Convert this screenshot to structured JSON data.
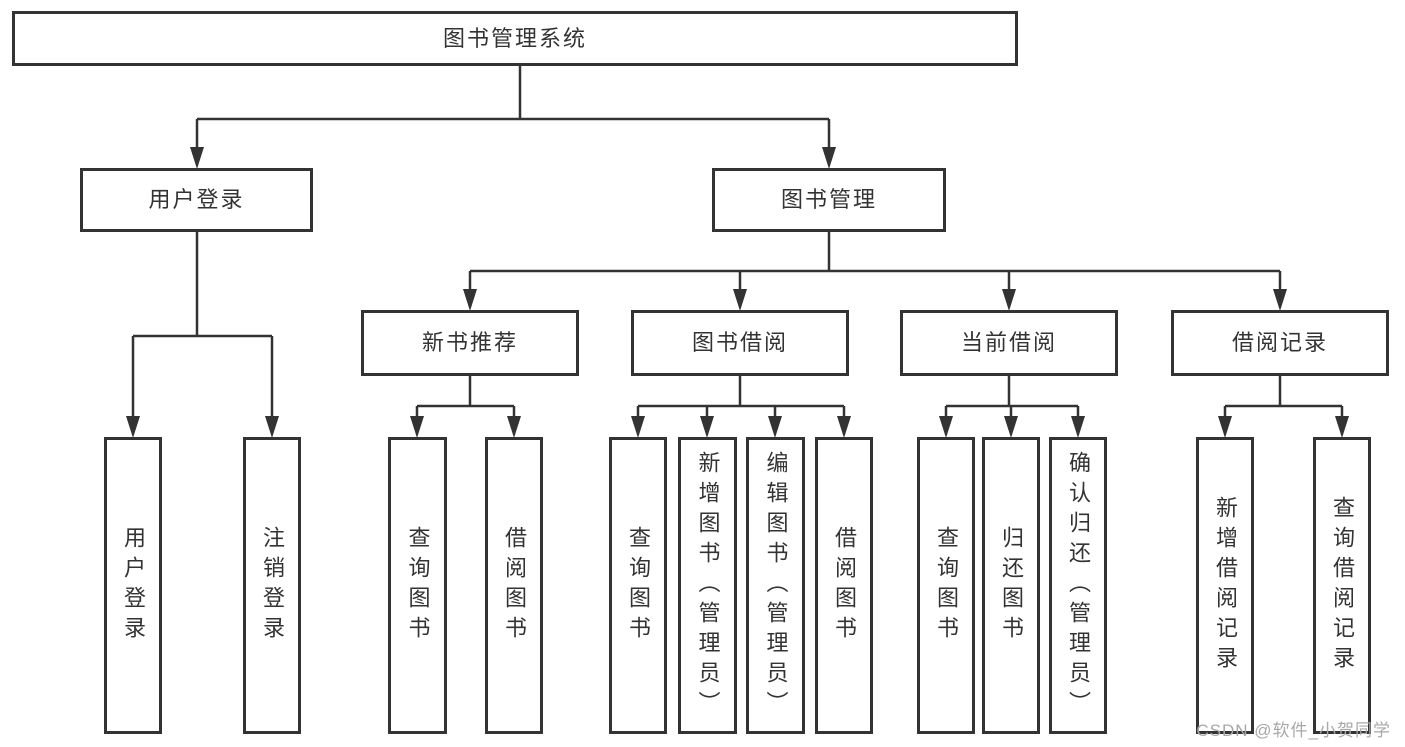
{
  "tree": {
    "root": "图书管理系统",
    "branches": [
      {
        "label": "用户登录",
        "children": [
          "用户登录",
          "注销登录"
        ]
      },
      {
        "label": "图书管理",
        "children": [
          {
            "label": "新书推荐",
            "children": [
              "查询图书",
              "借阅图书"
            ]
          },
          {
            "label": "图书借阅",
            "children": [
              "查询图书",
              "新增图书（管理员）",
              "编辑图书（管理员）",
              "借阅图书"
            ]
          },
          {
            "label": "当前借阅",
            "children": [
              "查询图书",
              "归还图书",
              "确认归还（管理员）"
            ]
          },
          {
            "label": "借阅记录",
            "children": [
              "新增借阅记录",
              "查询借阅记录"
            ]
          }
        ]
      }
    ]
  },
  "colors": {
    "line": "#333333",
    "box_background": "#ffffff",
    "watermark": "#a8a8a8"
  },
  "watermark": {
    "text": "CSDN @软件_小贺同学"
  }
}
